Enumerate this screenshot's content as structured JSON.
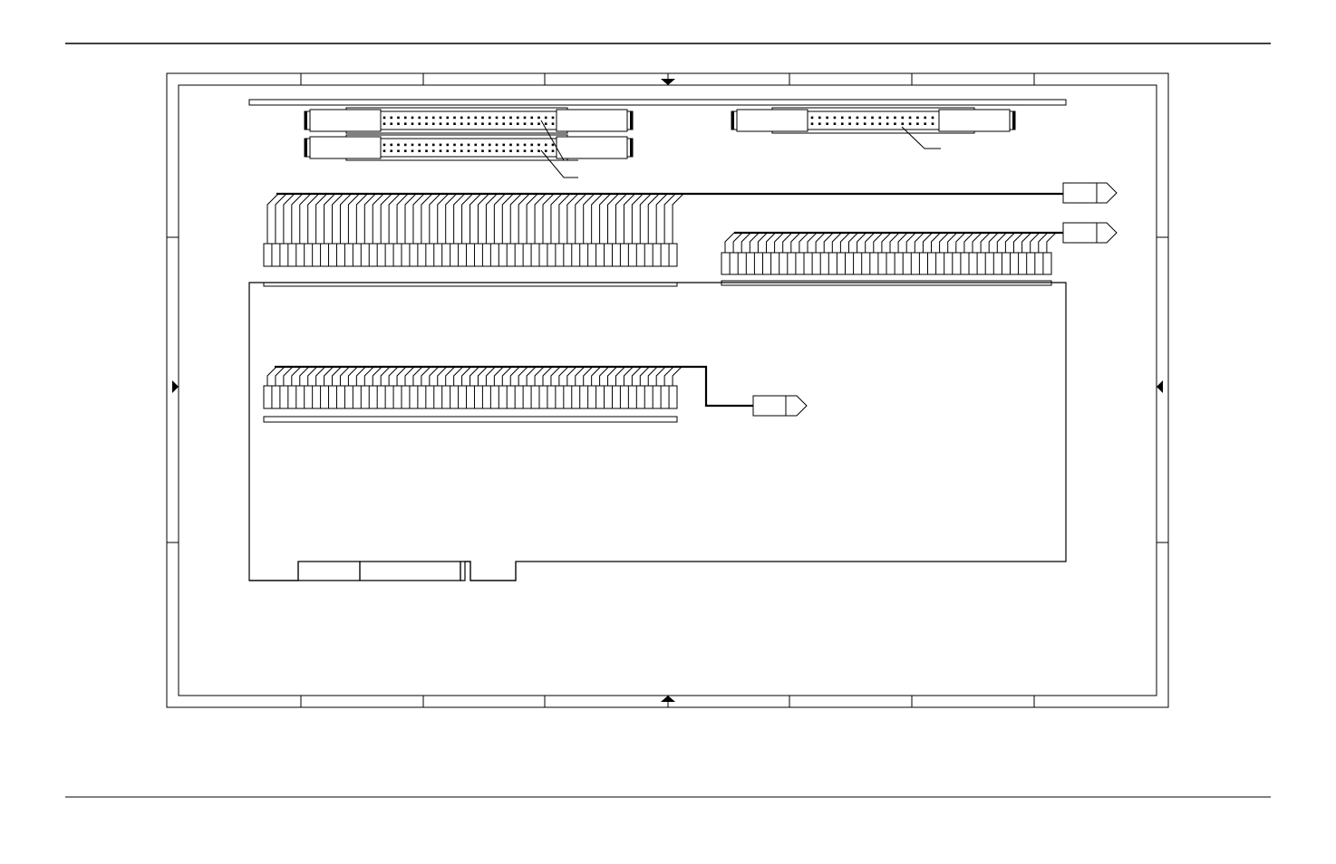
{
  "document": {
    "colors": {
      "ink": "#000000",
      "paper": "#ffffff"
    }
  },
  "diagram": {
    "ribbon_cables": [
      {
        "id": "cable-1",
        "wire_count": 51
      },
      {
        "id": "cable-2",
        "wire_count": 40
      },
      {
        "id": "cable-3",
        "wire_count": 51
      }
    ],
    "header_connectors": [
      {
        "id": "header-top-left",
        "pins_per_row": 25
      },
      {
        "id": "header-bottom-left",
        "pins_per_row": 25
      },
      {
        "id": "header-right",
        "pins_per_row": 17
      }
    ],
    "pcb_edge_fingers": 4
  }
}
